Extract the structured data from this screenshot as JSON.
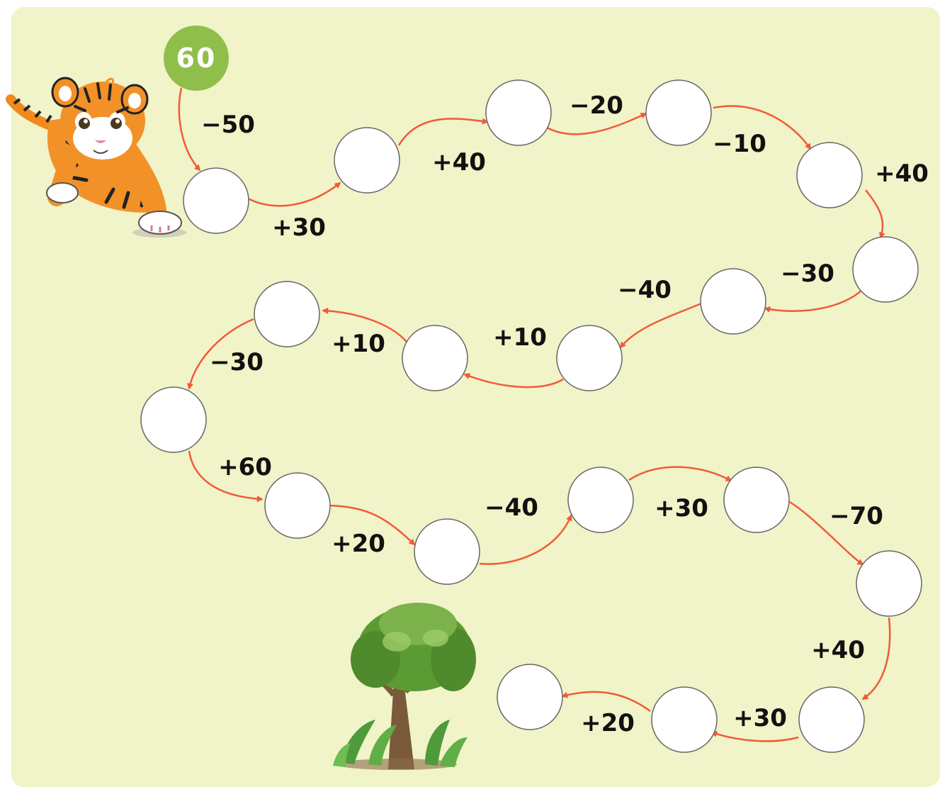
{
  "puzzle": {
    "start_value": "60",
    "start_color": "#8fbf4a",
    "circle_fill": "#ffffff",
    "circle_stroke": "#666666",
    "arrow_color": "#f05a3a",
    "background_color": "#f1f3c8",
    "steps": [
      {
        "op": "−50"
      },
      {
        "op": "+30"
      },
      {
        "op": "+40"
      },
      {
        "op": "−20"
      },
      {
        "op": "−10"
      },
      {
        "op": "+40"
      },
      {
        "op": "−30"
      },
      {
        "op": "−40"
      },
      {
        "op": "+10"
      },
      {
        "op": "+10"
      },
      {
        "op": "−30"
      },
      {
        "op": "+60"
      },
      {
        "op": "+20"
      },
      {
        "op": "−40"
      },
      {
        "op": "+30"
      },
      {
        "op": "−70"
      },
      {
        "op": "+40"
      },
      {
        "op": "+30"
      },
      {
        "op": "+20"
      }
    ]
  },
  "decorations": {
    "character": "tiger-cub",
    "goal": "tree"
  }
}
